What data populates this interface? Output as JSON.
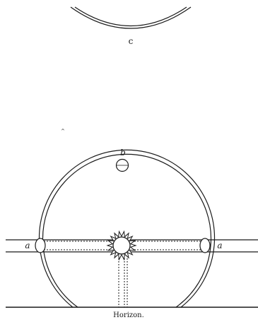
{
  "figure": {
    "top_arc_label": "c",
    "top_marker_label": "b",
    "left_marker_label": "a",
    "right_marker_label": "a",
    "baseline_label": "Horizon."
  },
  "colors": {
    "ink": "#1a1a1a",
    "paper": "#ffffff"
  }
}
